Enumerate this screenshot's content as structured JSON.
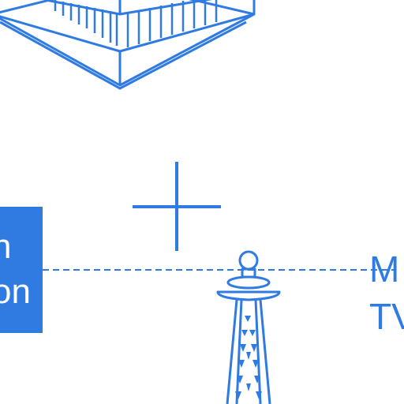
{
  "colors": {
    "accent": "#2f7be2",
    "background": "#ffffff",
    "box_text": "#ffffff"
  },
  "left_box": {
    "line1": "n",
    "line2": "on"
  },
  "right_label": {
    "line1": "M",
    "line2": "TV"
  },
  "icons": [
    "building-icon",
    "crosshair-icon",
    "tv-tower-icon"
  ]
}
